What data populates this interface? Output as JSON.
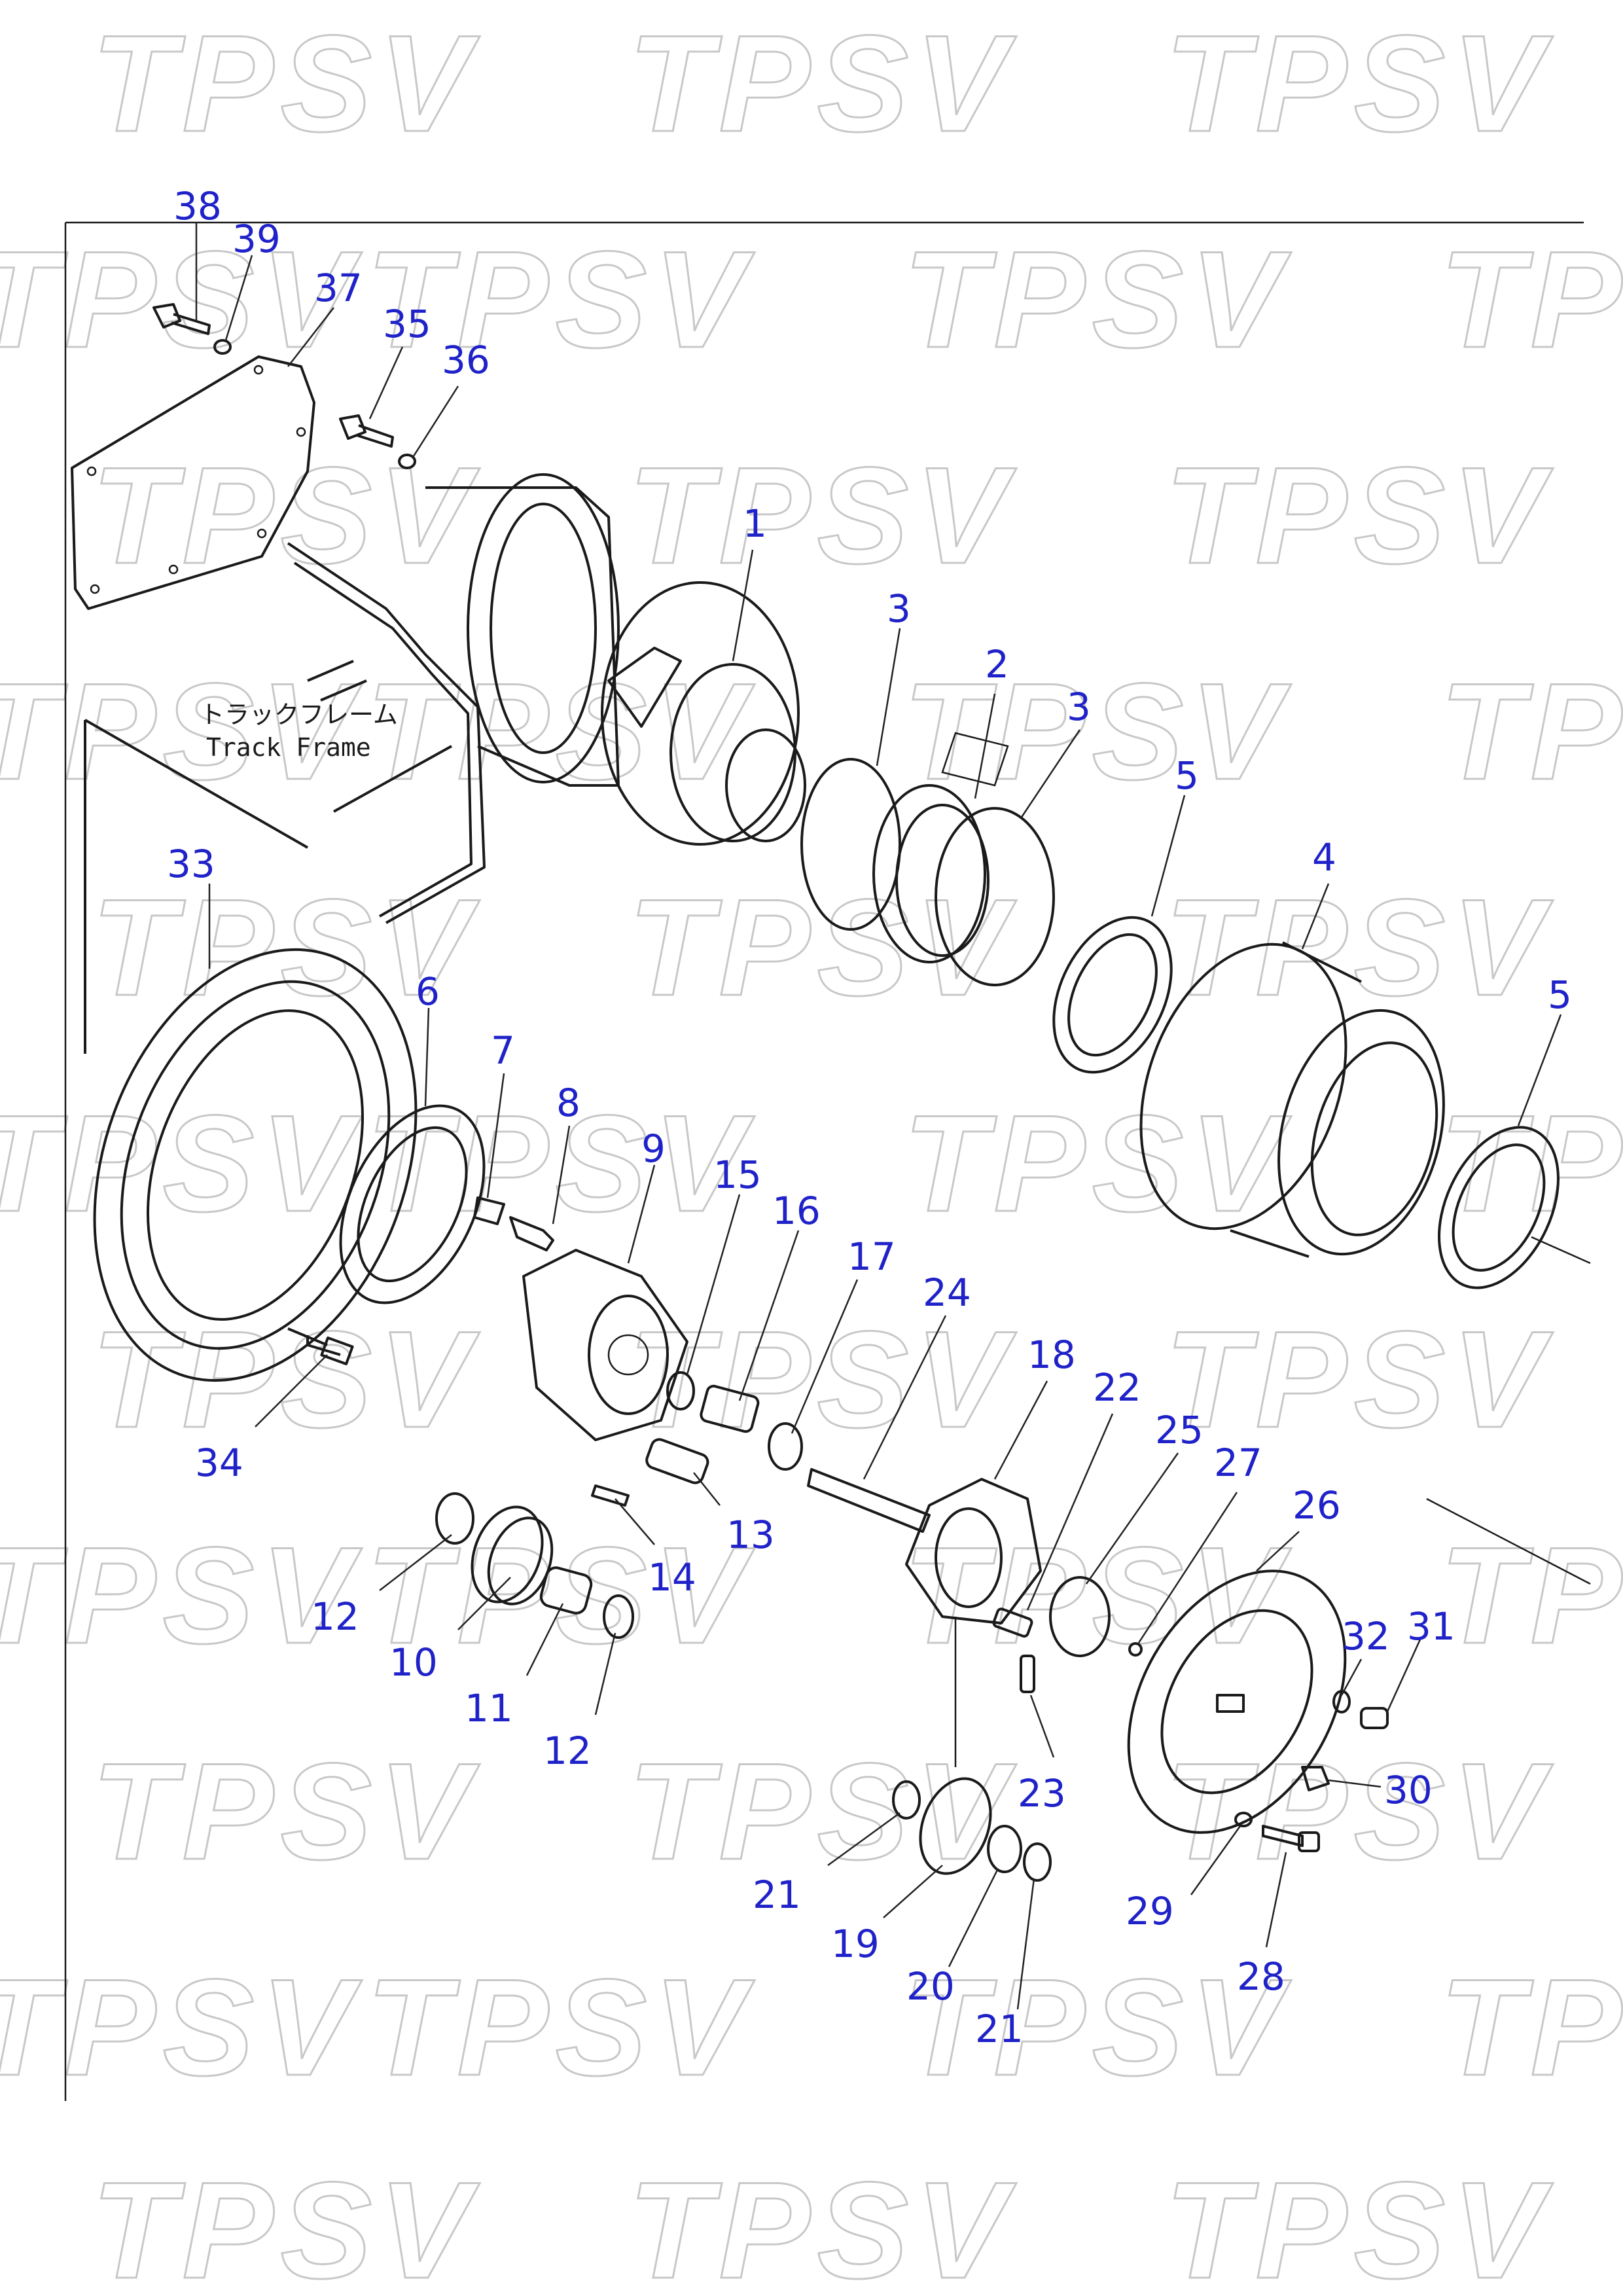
{
  "diagram": {
    "watermark_text": "TPSV",
    "frame_label": {
      "japanese": "トラックフレーム",
      "english": "Track Frame"
    },
    "callouts": [
      {
        "id": "38",
        "label": "38"
      },
      {
        "id": "39",
        "label": "39"
      },
      {
        "id": "37",
        "label": "37"
      },
      {
        "id": "35",
        "label": "35"
      },
      {
        "id": "36",
        "label": "36"
      },
      {
        "id": "1",
        "label": "1"
      },
      {
        "id": "3a",
        "label": "3"
      },
      {
        "id": "2",
        "label": "2"
      },
      {
        "id": "3b",
        "label": "3"
      },
      {
        "id": "5a",
        "label": "5"
      },
      {
        "id": "4",
        "label": "4"
      },
      {
        "id": "5b",
        "label": "5"
      },
      {
        "id": "33",
        "label": "33"
      },
      {
        "id": "6",
        "label": "6"
      },
      {
        "id": "7",
        "label": "7"
      },
      {
        "id": "8",
        "label": "8"
      },
      {
        "id": "9",
        "label": "9"
      },
      {
        "id": "15",
        "label": "15"
      },
      {
        "id": "16",
        "label": "16"
      },
      {
        "id": "17",
        "label": "17"
      },
      {
        "id": "24",
        "label": "24"
      },
      {
        "id": "18",
        "label": "18"
      },
      {
        "id": "22",
        "label": "22"
      },
      {
        "id": "25",
        "label": "25"
      },
      {
        "id": "27",
        "label": "27"
      },
      {
        "id": "26",
        "label": "26"
      },
      {
        "id": "34",
        "label": "34"
      },
      {
        "id": "13",
        "label": "13"
      },
      {
        "id": "14",
        "label": "14"
      },
      {
        "id": "12a",
        "label": "12"
      },
      {
        "id": "10",
        "label": "10"
      },
      {
        "id": "11",
        "label": "11"
      },
      {
        "id": "12b",
        "label": "12"
      },
      {
        "id": "32",
        "label": "32"
      },
      {
        "id": "31",
        "label": "31"
      },
      {
        "id": "30",
        "label": "30"
      },
      {
        "id": "23",
        "label": "23"
      },
      {
        "id": "21a",
        "label": "21"
      },
      {
        "id": "19",
        "label": "19"
      },
      {
        "id": "20",
        "label": "20"
      },
      {
        "id": "21b",
        "label": "21"
      },
      {
        "id": "29",
        "label": "29"
      },
      {
        "id": "28",
        "label": "28"
      }
    ]
  },
  "colors": {
    "callout_text": "#1f22c8",
    "line_art": "#1a1a1a",
    "watermark": "#c8c8c8",
    "background": "#ffffff"
  }
}
